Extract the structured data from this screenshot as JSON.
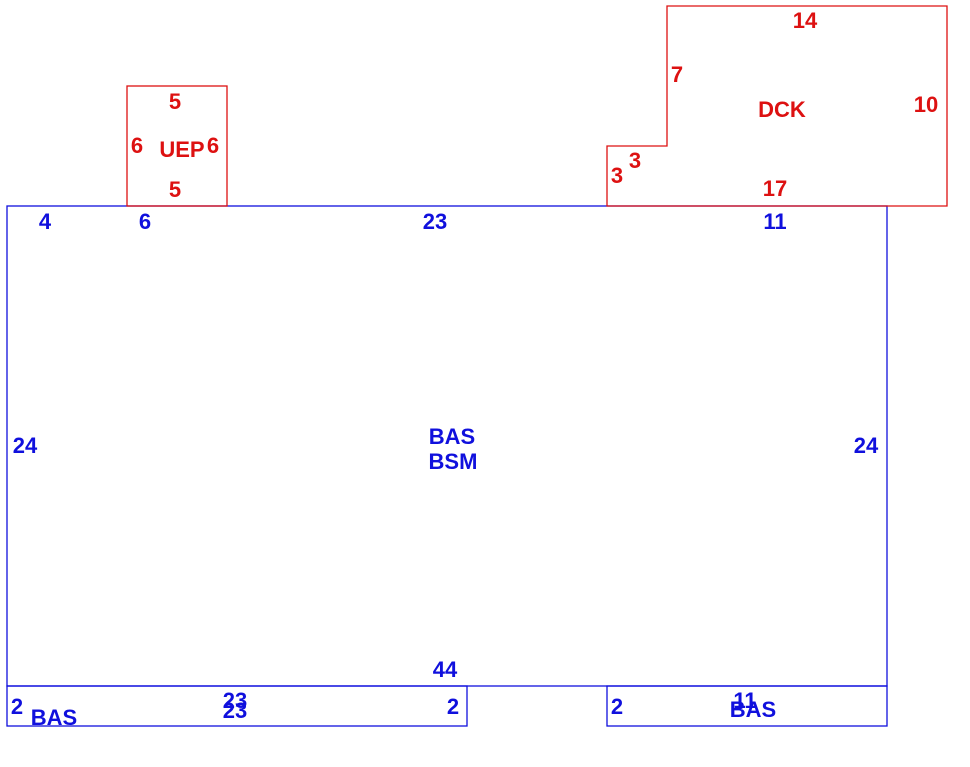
{
  "colors": {
    "blue": "#1010dd",
    "red": "#dd1111"
  },
  "areas": {
    "main": {
      "code_1": "BAS",
      "code_2": "BSM"
    },
    "porch": {
      "code": "UEP"
    },
    "deck": {
      "code": "DCK"
    },
    "bump_left": {
      "code": "BAS"
    },
    "bump_right": {
      "code": "BAS"
    }
  },
  "dims": {
    "main_top_left": "4",
    "main_top_porch": "6",
    "main_top_mid": "23",
    "main_top_right": "11",
    "main_left": "24",
    "main_right": "24",
    "main_bottom": "44",
    "porch_top": "5",
    "porch_bottom": "5",
    "porch_left": "6",
    "porch_right": "6",
    "deck_top": "14",
    "deck_left_upper": "7",
    "deck_right": "10",
    "deck_bottom": "17",
    "deck_step_left": "3",
    "deck_step_top": "3",
    "bump_left_top": "23",
    "bump_left_bottom": "23",
    "bump_left_left": "2",
    "bump_left_right": "2",
    "bump_right_top": "11",
    "bump_right_left": "2"
  }
}
